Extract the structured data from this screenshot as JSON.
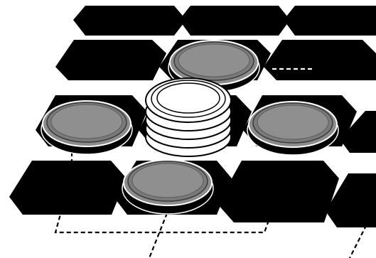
{
  "board": {
    "cell_color": "#000000",
    "background_color": "#ffffff",
    "grid": "hexagonal"
  },
  "pieces": [
    {
      "id": "top-center",
      "color": "gray",
      "stack": 1
    },
    {
      "id": "left",
      "color": "gray",
      "stack": 1
    },
    {
      "id": "center",
      "color": "white",
      "stack": 5
    },
    {
      "id": "right",
      "color": "gray",
      "stack": 1
    },
    {
      "id": "bottom-center",
      "color": "gray",
      "stack": 1
    }
  ],
  "colors": {
    "gray_piece": "#8f8f8f",
    "white_piece": "#ffffff",
    "guide_line": "dashed"
  }
}
